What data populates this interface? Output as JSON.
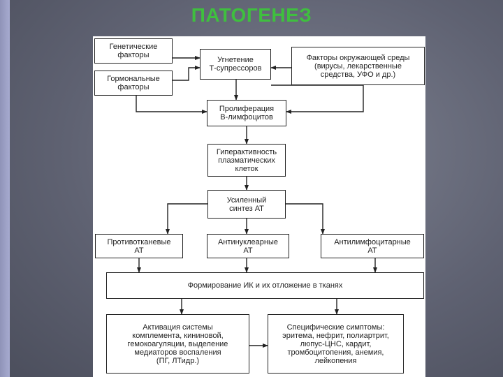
{
  "title": "ПАТОГЕНЕЗ",
  "boxes": {
    "genetic": "Генетические\nфакторы",
    "hormonal": "Гормональные\nфакторы",
    "suppression": "Угнетение\nТ-супрессоров",
    "environment": "Факторы окружающей среды\n(вирусы, лекарственные\nсредства, УФО и др.)",
    "proliferation": "Пролиферация\nВ-лимфоцитов",
    "hyperactivity": "Гиперактивность\nплазматических\nклеток",
    "enhanced": "Усиленный\nсинтез АТ",
    "antitissue": "Противотканевые\nАТ",
    "antinuclear": "Антинуклеарные\nАТ",
    "antilymph": "Антилимфоцитарные\nАТ",
    "ic_formation": "Формирование ИК и их отложение в тканях",
    "activation": "Активация системы\nкомплемента, кининовой,\nгемокоагуляции, выделение\nмедиаторов воспаления\n(ПГ, ЛТидр.)",
    "symptoms": "Специфические симптомы:\nэритема, нефрит, полиартрит,\nлюпус-ЦНС, кардит,\nтромбоцитопения, анемия,\nлейкопения"
  }
}
